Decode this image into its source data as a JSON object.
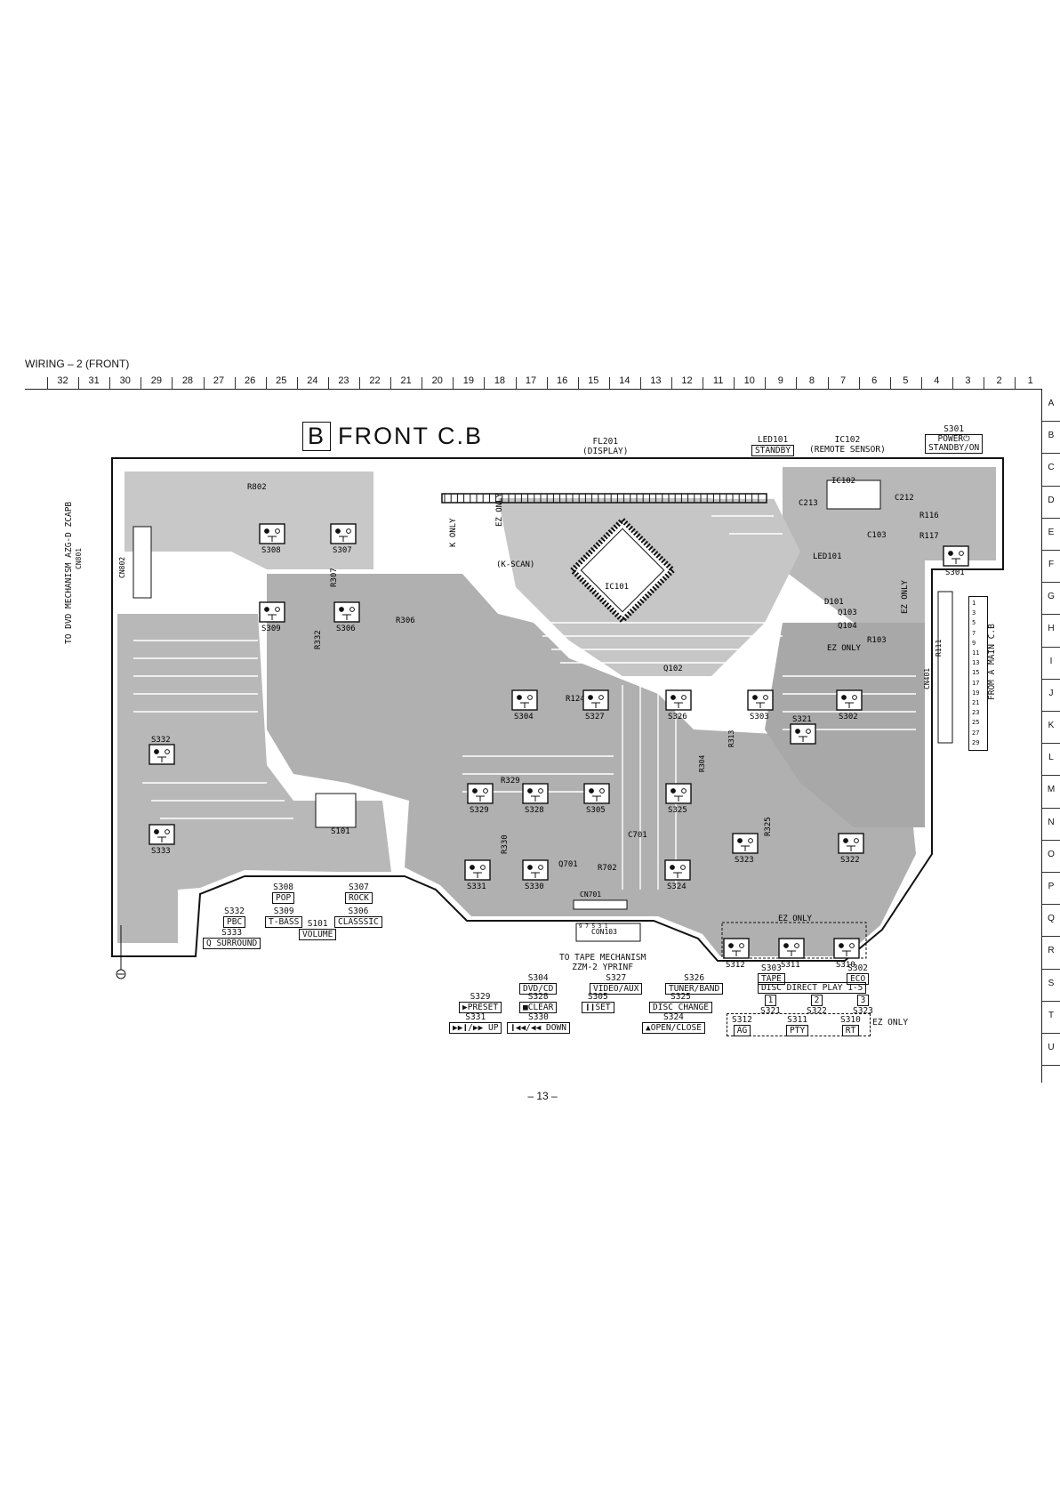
{
  "page_title": "WIRING – 2  (FRONT)",
  "columns": [
    "32",
    "31",
    "30",
    "29",
    "28",
    "27",
    "26",
    "25",
    "24",
    "23",
    "22",
    "21",
    "20",
    "19",
    "18",
    "17",
    "16",
    "15",
    "14",
    "13",
    "12",
    "11",
    "10",
    "9",
    "8",
    "7",
    "6",
    "5",
    "4",
    "3",
    "2",
    "1"
  ],
  "rows": [
    "A",
    "B",
    "C",
    "D",
    "E",
    "F",
    "G",
    "H",
    "I",
    "J",
    "K",
    "L",
    "M",
    "N",
    "O",
    "P",
    "Q",
    "R",
    "S",
    "T",
    "U"
  ],
  "board": {
    "letter": "B",
    "title": "FRONT C.B"
  },
  "top_labels": {
    "fl201": "FL201",
    "display": "(DISPLAY)",
    "led101": "LED101",
    "standby": "STANDBY",
    "ic102": "IC102",
    "remote_sensor": "(REMOTE SENSOR)",
    "s301": "S301",
    "power": "POWER⏻",
    "standby_on": "STANDBY/ON"
  },
  "side_labels": {
    "left": "TO DVD MECHANISM AZG-D ZCAPB",
    "right": "FROM A MAIN C.B",
    "cn801": "CN801"
  },
  "connector_pins": [
    "1",
    "3",
    "5",
    "7",
    "9",
    "11",
    "13",
    "15",
    "17",
    "19",
    "21",
    "23",
    "25",
    "27",
    "29"
  ],
  "components": {
    "ic101": "IC101",
    "ic102": "IC102",
    "cn802": "CN802",
    "cn401": "CN401",
    "cn701": "CN701",
    "con103": "CON103",
    "s101": "S101",
    "r802": "R802",
    "r306": "R306",
    "r307": "R307",
    "r332": "R332",
    "r330": "R330",
    "r329": "R329",
    "r702": "R702",
    "r116": "R116",
    "r117": "R117",
    "r103": "R103",
    "r111": "R111",
    "r124": "R124",
    "r325": "R325",
    "r313": "R313",
    "r304": "R304",
    "c213": "C213",
    "c212": "C212",
    "c103": "C103",
    "c701": "C701",
    "q701": "Q701",
    "q102": "Q102",
    "q103": "Q103",
    "q104": "Q104",
    "d101": "D101",
    "led101_pcb": "LED101",
    "k_only": "K ONLY",
    "ez_only_v": "EZ ONLY",
    "k_scan": "(K-SCAN)",
    "ez_only_pcb": "EZ ONLY",
    "ez_only_box": "EZ ONLY"
  },
  "switches": {
    "s308": "S308",
    "s307": "S307",
    "s309": "S309",
    "s306": "S306",
    "s304": "S304",
    "s327": "S327",
    "s326": "S326",
    "s303": "S303",
    "s302": "S302",
    "s321": "S321",
    "s332": "S332",
    "s329": "S329",
    "s328": "S328",
    "s305": "S305",
    "s325": "S325",
    "s323": "S323",
    "s322": "S322",
    "s333": "S333",
    "s331": "S331",
    "s330": "S330",
    "s324": "S324",
    "s312": "S312",
    "s311": "S311",
    "s310": "S310",
    "s301": "S301"
  },
  "legend_left": {
    "s308": "S308",
    "pop": "POP",
    "s307": "S307",
    "rock": "ROCK",
    "s332": "S332",
    "pbc": "PBC",
    "s309": "S309",
    "t_bass": "T-BASS",
    "s101": "S101",
    "volume": "VOLUME",
    "s306": "S306",
    "classic": "CLASSSIC",
    "s333": "S333",
    "q_surround": "Q SURROUND"
  },
  "tape_label": {
    "line1": "TO TAPE MECHANISM",
    "line2": "ZZM-2 YPRINF",
    "pins": "9  7  5  3  1"
  },
  "legend_bottom": {
    "s304": "S304",
    "dvd_cd": "DVD/CD",
    "s327": "S327",
    "video_aux": "VIDEO/AUX",
    "s326": "S326",
    "tuner_band": "TUNER/BAND",
    "s303": "S303",
    "tape": "TAPE",
    "s302": "S302",
    "eco": "ECO",
    "s329": "S329",
    "preset": "▶PRESET",
    "s328": "S328",
    "clear": "■CLEAR",
    "s305": "S305",
    "set": "❙❙SET",
    "s325": "S325",
    "disc_change": "DISC CHANGE",
    "disc_direct": "DISC DIRECT PLAY 1-5",
    "n1": "1",
    "n2": "2",
    "n3": "3",
    "s321": "S321",
    "s322": "S322",
    "s323": "S323",
    "s331": "S331",
    "up": "▶▶❙/▶▶ UP",
    "s330": "S330",
    "down": "❙◀◀/◀◀ DOWN",
    "s324": "S324",
    "open_close": "▲OPEN/CLOSE",
    "s312": "S312",
    "ag": "AG",
    "s311": "S311",
    "pty": "PTY",
    "s310": "S310",
    "rt": "RT",
    "ez_only": "EZ ONLY"
  },
  "page_number": "– 13 –"
}
